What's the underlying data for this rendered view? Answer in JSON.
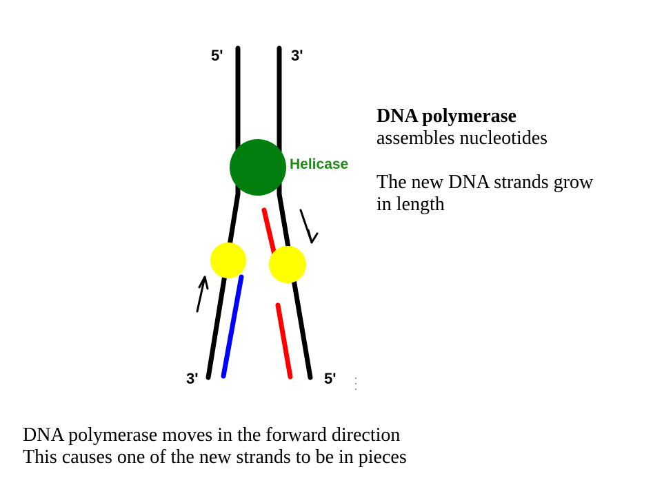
{
  "diagram": {
    "labels": {
      "top_left": "5'",
      "top_right": "3'",
      "bottom_left": "3'",
      "bottom_right": "5'",
      "helicase": "Helicase"
    },
    "colors": {
      "parent_strand": "#000000",
      "helicase": "#007f0e",
      "helicase_label": "#1e8c14",
      "polymerase": "#ffff00",
      "leading_strand": "#0000ff",
      "lagging_strand": "#ff0000"
    }
  },
  "side_text": {
    "title": "DNA polymerase",
    "line2": "assembles nucleotides",
    "line3": "The new DNA strands grow",
    "line4": "in length"
  },
  "bottom_text": {
    "line1": "DNA polymerase moves in the forward direction",
    "line2": "This causes one of the new strands to be in pieces"
  }
}
